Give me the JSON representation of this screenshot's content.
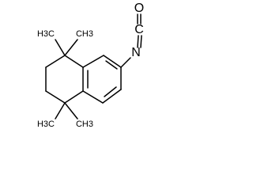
{
  "molecule": {
    "atoms": {
      "oxygen": "O",
      "carbon": "C",
      "nitrogen": "N",
      "methyl_top_left": "H3C",
      "methyl_top_right": "CH3",
      "methyl_bottom_left": "H3C",
      "methyl_bottom_right": "CH3"
    }
  }
}
